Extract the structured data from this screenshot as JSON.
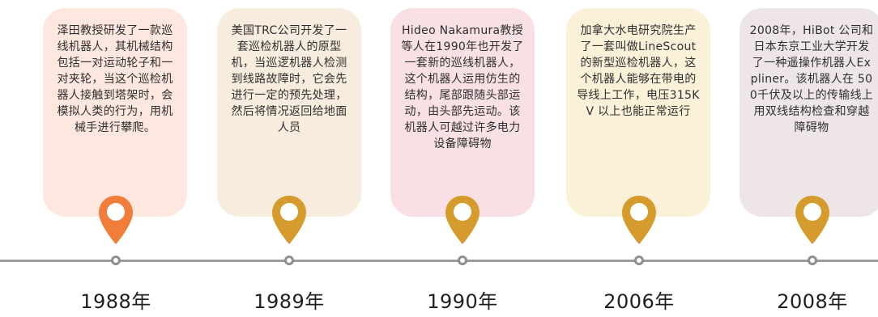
{
  "colors": {
    "axis": "#9a9a9a",
    "pin_first": "#f07d3a",
    "pin_other": "#d59b2d",
    "card_1": "#fde7df",
    "card_2": "#f7ecde",
    "card_3": "#f8e0e4",
    "card_4": "#fbf0d8",
    "card_5": "#eee6e6"
  },
  "timeline": {
    "events": [
      {
        "year": "1988年",
        "text": "泽田教授研发了一款巡线机器人，其机械结构包括一对运动轮子和一对夹轮，当这个巡检机器人接触到塔架时，会模拟人类的行为，用机械手进行攀爬。",
        "icon": "map-pin-icon"
      },
      {
        "year": "1989年",
        "text": "美国TRC公司开发了一套巡检机器人的原型机，当巡逻机器人检测到线路故障时，它会先进行一定的预先处理，然后将情况返回给地面人员",
        "icon": "map-pin-icon"
      },
      {
        "year": "1990年",
        "text": "Hideo Nakamura教授等人在1990年也开发了一套新的巡线机器人，这个机器人运用仿生的结构，尾部跟随头部运动，由头部先运动。该机器人可越过许多电力设备障碍物",
        "icon": "map-pin-icon"
      },
      {
        "year": "2006年",
        "text": "加拿大水电研究院生产了一套叫做LineScout的新型巡检机器人，这个机器人能够在带电的导线上工作，电压315KV 以上也能正常运行",
        "icon": "map-pin-icon"
      },
      {
        "year": "2008年",
        "text": "2008年，HiBot 公司和日本东京工业大学开发了一种遥操作机器人Expliner。该机器人在 500千伏及以上的传输线上用双线结构检查和穿越障碍物",
        "icon": "map-pin-icon"
      }
    ]
  }
}
